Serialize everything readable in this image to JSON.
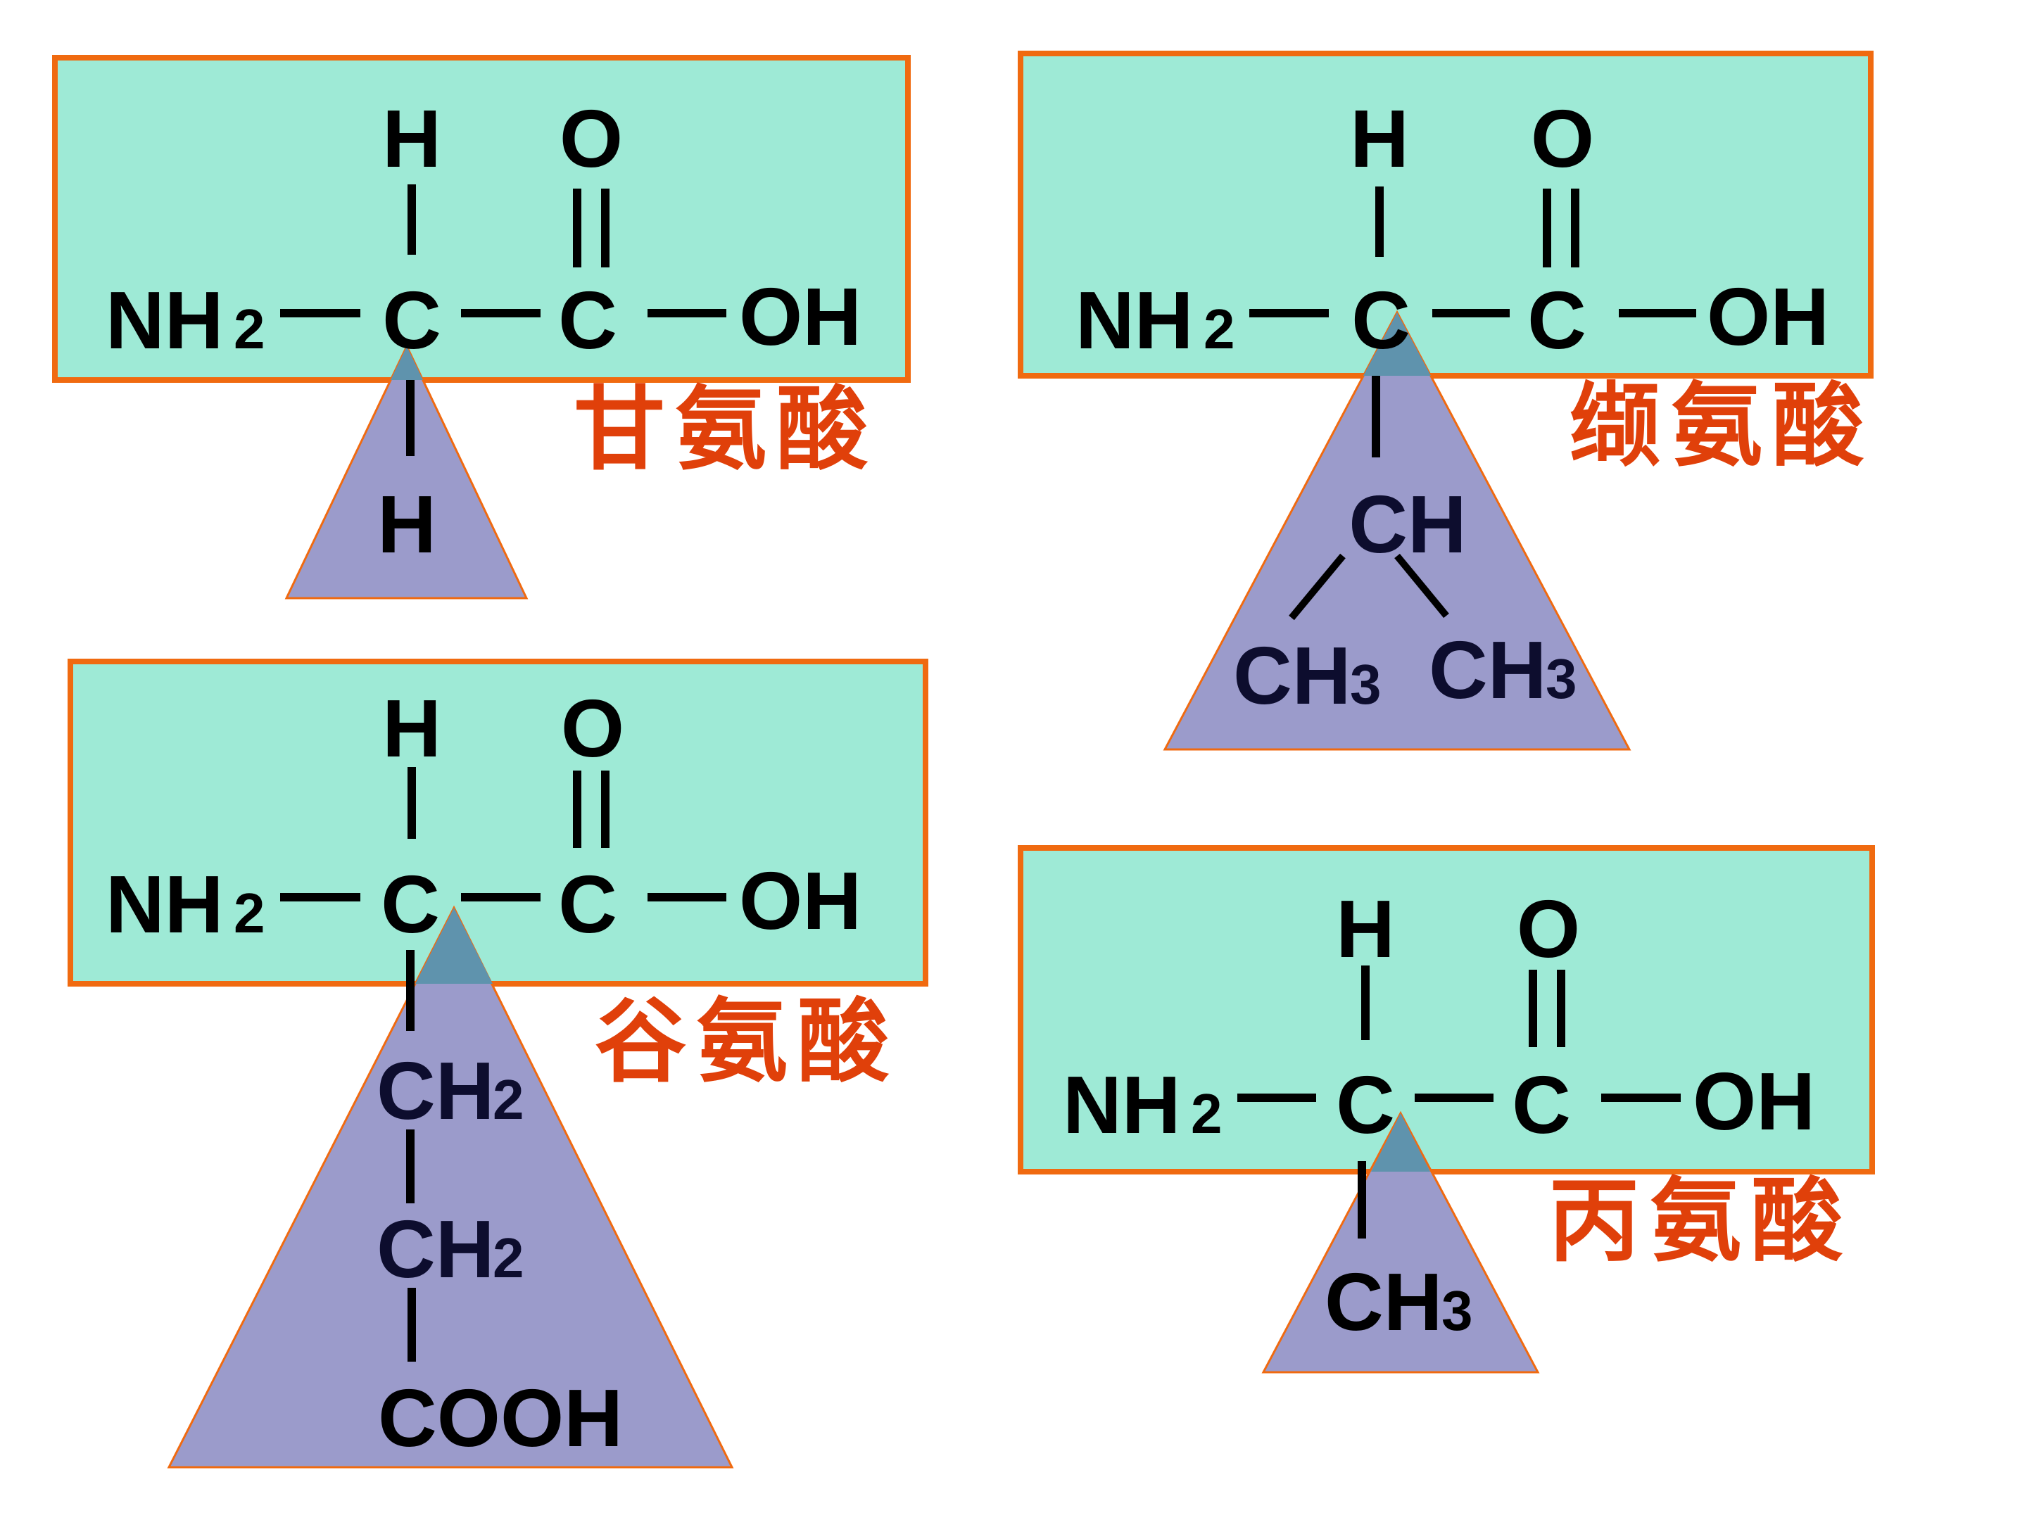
{
  "colors": {
    "box_fill": "#9eead6",
    "box_border": "#f06a10",
    "triangle_fill": "#9b9bcb",
    "triangle_border": "#f06a10",
    "overlap_fill": "#5f93ad",
    "bond": "#000000",
    "name_text": "#e0400a"
  },
  "molecules": [
    {
      "id": "glycine",
      "name": "甘氨酸",
      "backbone": {
        "h": "H",
        "o": "O",
        "nh2": "NH",
        "nh2_sub": "2",
        "c_alpha": "C",
        "c_carboxyl": "C",
        "oh": "OH"
      },
      "side_chain": [
        "H"
      ]
    },
    {
      "id": "valine",
      "name": "缬氨酸",
      "backbone": {
        "h": "H",
        "o": "O",
        "nh2": "NH",
        "nh2_sub": "2",
        "c_alpha": "C",
        "c_carboxyl": "C",
        "oh": "OH"
      },
      "side_chain": {
        "ch": "CH",
        "ch3_left": "CH",
        "ch3_left_sub": "3",
        "ch3_right": "CH",
        "ch3_right_sub": "3"
      }
    },
    {
      "id": "glutamic-acid",
      "name": "谷氨酸",
      "backbone": {
        "h": "H",
        "o": "O",
        "nh2": "NH",
        "nh2_sub": "2",
        "c_alpha": "C",
        "c_carboxyl": "C",
        "oh": "OH"
      },
      "side_chain": {
        "ch2_a": "CH",
        "ch2_a_sub": "2",
        "ch2_b": "CH",
        "ch2_b_sub": "2",
        "cooh": "COOH"
      }
    },
    {
      "id": "alanine",
      "name": "丙氨酸",
      "backbone": {
        "h": "H",
        "o": "O",
        "nh2": "NH",
        "nh2_sub": "2",
        "c_alpha": "C",
        "c_carboxyl": "C",
        "oh": "OH"
      },
      "side_chain": {
        "ch3": "CH",
        "ch3_sub": "3"
      }
    }
  ]
}
